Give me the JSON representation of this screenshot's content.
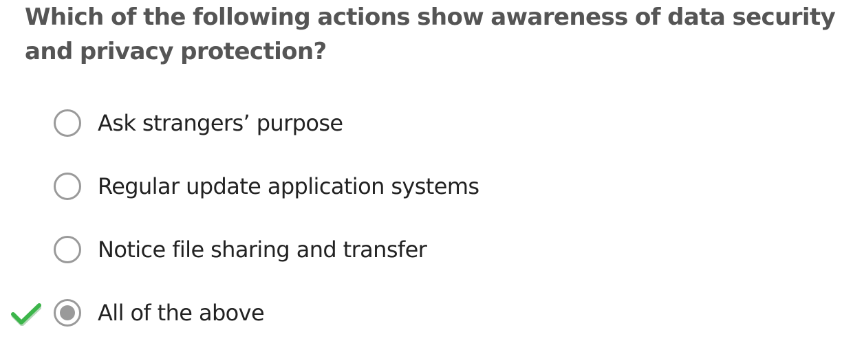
{
  "question": {
    "text": "Which of the following actions show awareness of data security and privacy protection?"
  },
  "options": [
    {
      "label": "Ask strangers’ purpose",
      "selected": false,
      "correct": false
    },
    {
      "label": "Regular update application systems",
      "selected": false,
      "correct": false
    },
    {
      "label": "Notice file sharing and transfer",
      "selected": false,
      "correct": false
    },
    {
      "label": "All of the above",
      "selected": true,
      "correct": true
    }
  ],
  "colors": {
    "question_text": "#555555",
    "option_text": "#222222",
    "radio": "#9a9a9a",
    "check_green": "#3cb54a"
  },
  "icons": {
    "correct_marker": "check-icon",
    "radio_unselected": "radio-empty-icon",
    "radio_selected": "radio-filled-icon"
  }
}
